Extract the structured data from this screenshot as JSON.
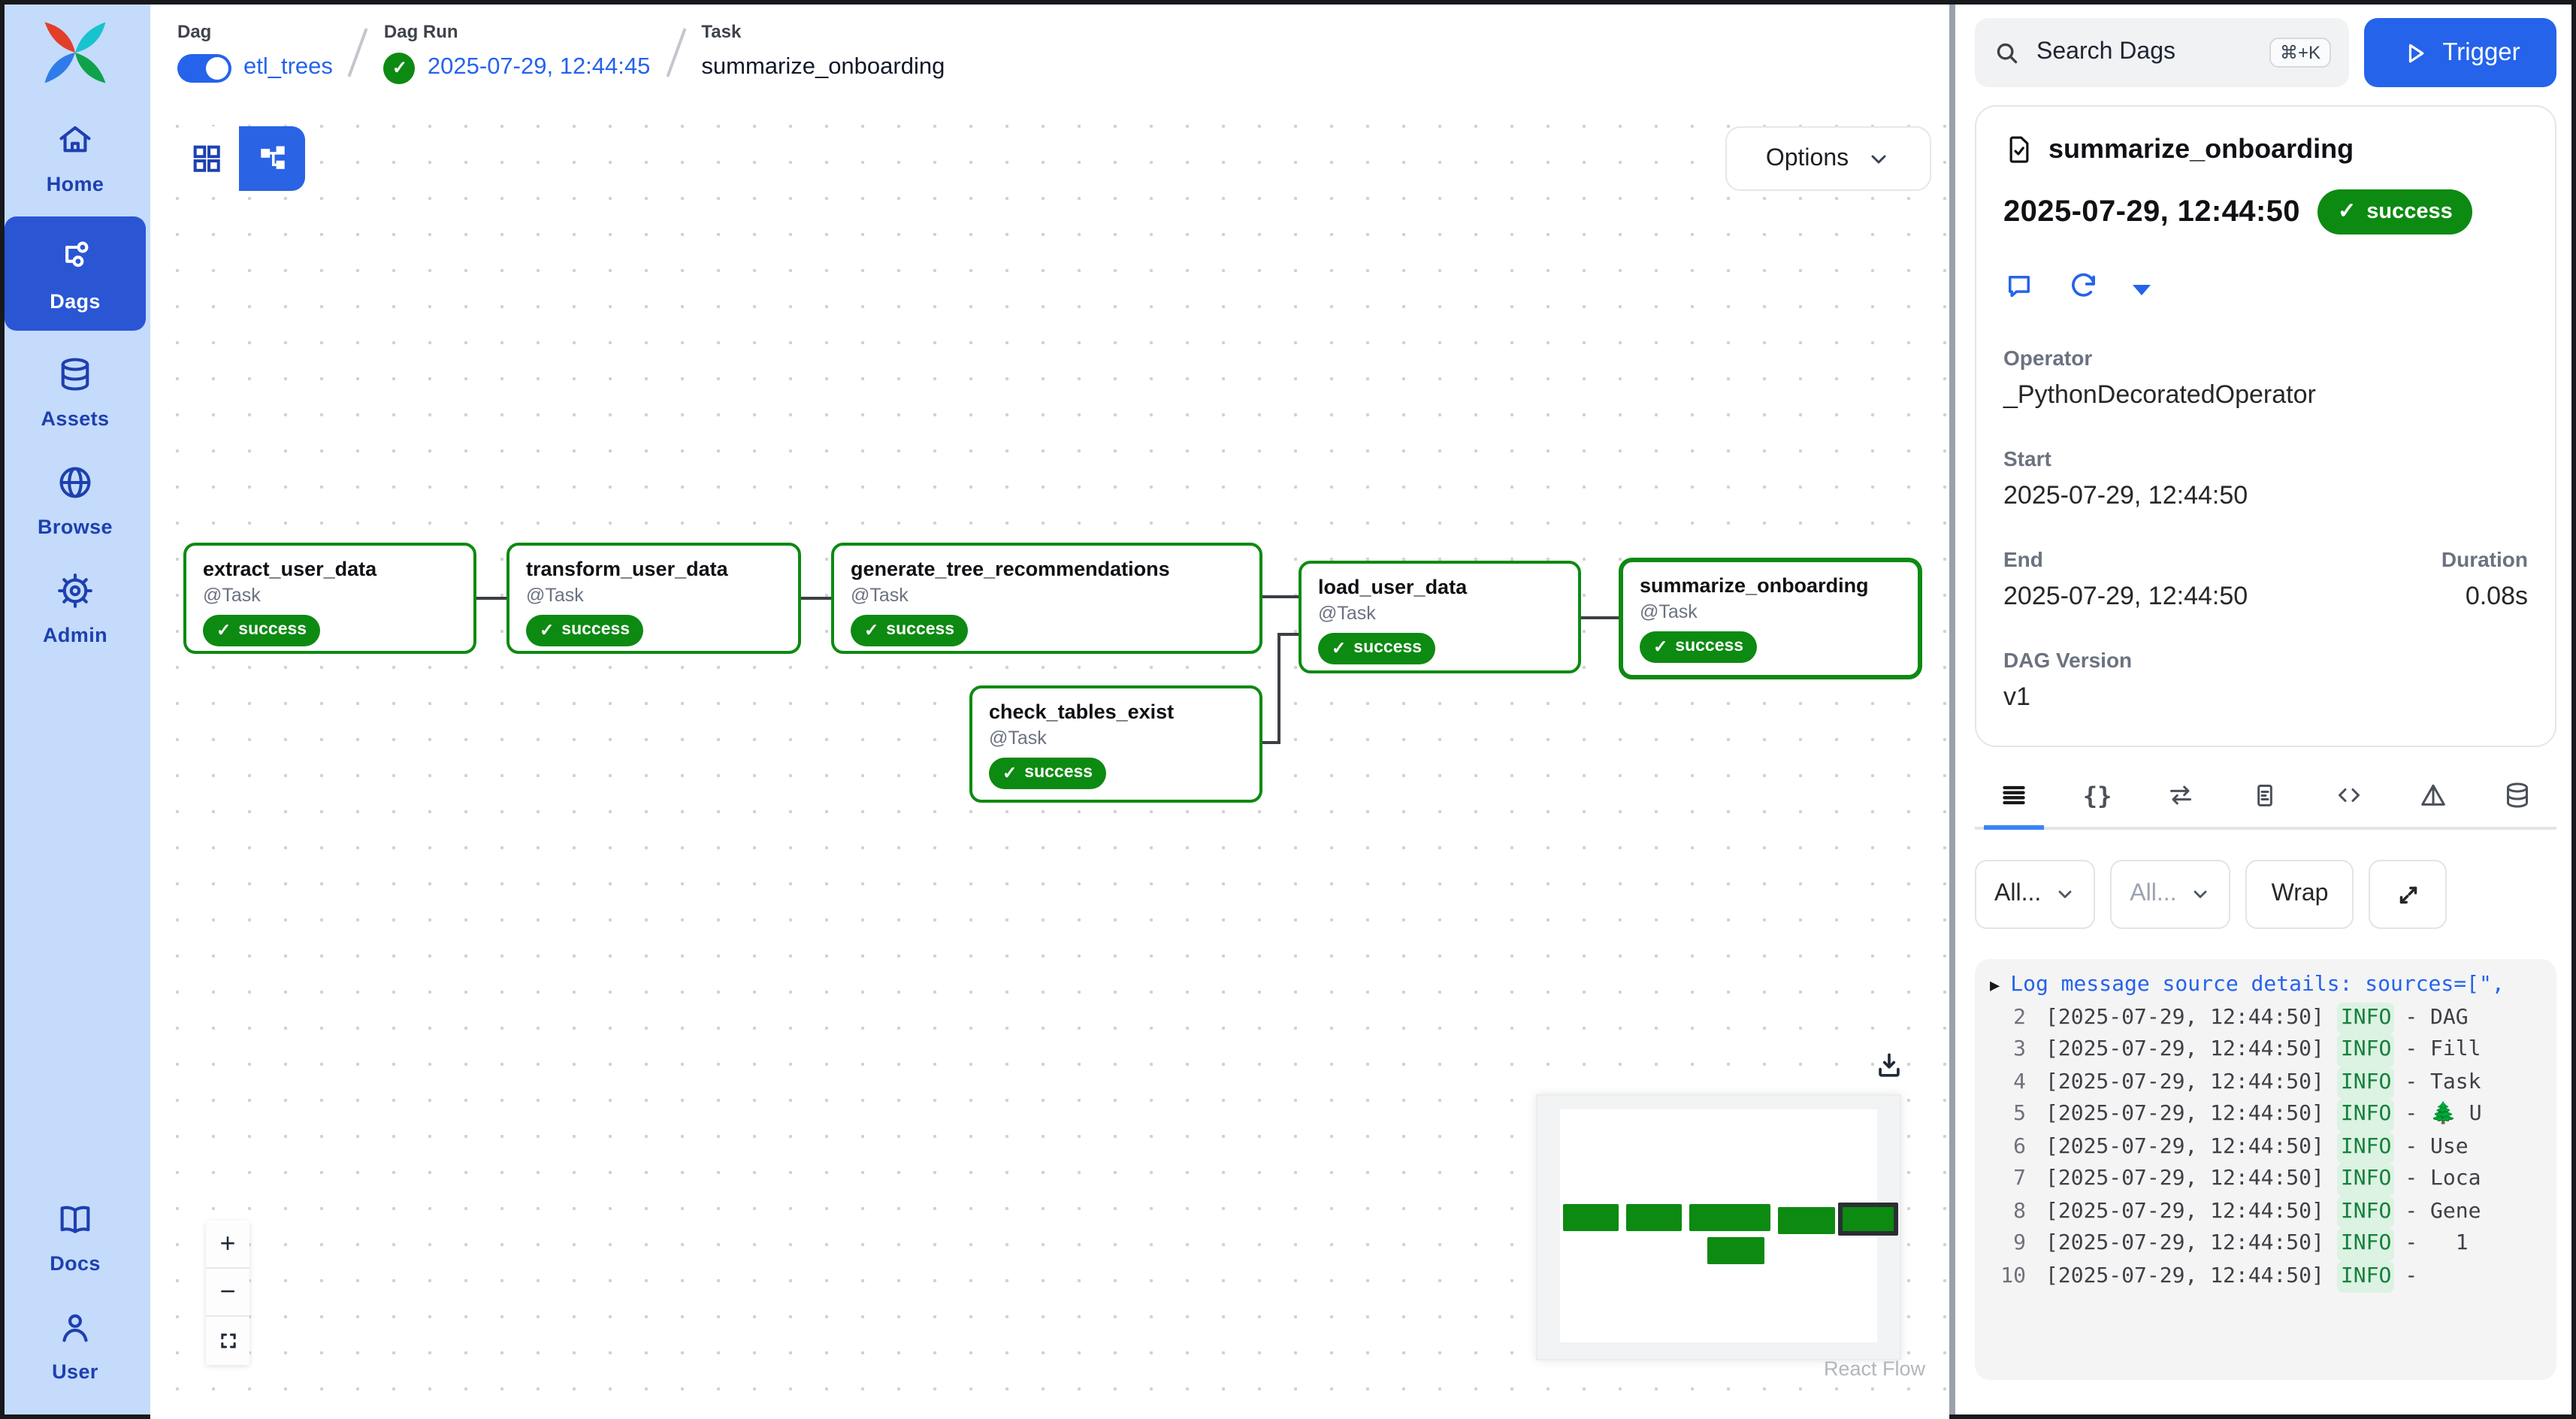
{
  "glyphs": {
    "check": "✓",
    "expander": "▶",
    "braces": "{}"
  },
  "sidebar": {
    "items": [
      {
        "label": "Home"
      },
      {
        "label": "Dags"
      },
      {
        "label": "Assets"
      },
      {
        "label": "Browse"
      },
      {
        "label": "Admin"
      }
    ],
    "footer_items": [
      {
        "label": "Docs"
      },
      {
        "label": "User"
      }
    ]
  },
  "breadcrumb": {
    "dag_label": "Dag",
    "dag_value": "etl_trees",
    "dag_run_label": "Dag Run",
    "dag_run_value": "2025-07-29, 12:44:45",
    "task_label": "Task",
    "task_value": "summarize_onboarding"
  },
  "topbar": {
    "search_text": "Search Dags",
    "search_shortcut": "⌘+K",
    "trigger_label": "Trigger"
  },
  "canvas": {
    "options_label": "Options",
    "zoom_in": "+",
    "zoom_out": "−",
    "attribution": "React Flow",
    "nodes": [
      {
        "title": "extract_user_data",
        "subtitle": "@Task",
        "status": "success"
      },
      {
        "title": "transform_user_data",
        "subtitle": "@Task",
        "status": "success"
      },
      {
        "title": "generate_tree_recommendations",
        "subtitle": "@Task",
        "status": "success"
      },
      {
        "title": "check_tables_exist",
        "subtitle": "@Task",
        "status": "success"
      },
      {
        "title": "load_user_data",
        "subtitle": "@Task",
        "status": "success"
      },
      {
        "title": "summarize_onboarding",
        "subtitle": "@Task",
        "status": "success"
      }
    ]
  },
  "details": {
    "title": "summarize_onboarding",
    "timestamp": "2025-07-29, 12:44:50",
    "status": "success",
    "operator_label": "Operator",
    "operator_value": "_PythonDecoratedOperator",
    "start_label": "Start",
    "start_value": "2025-07-29, 12:44:50",
    "end_label": "End",
    "end_value": "2025-07-29, 12:44:50",
    "duration_label": "Duration",
    "duration_value": "0.08s",
    "dag_version_label": "DAG Version",
    "dag_version_value": "v1"
  },
  "logs": {
    "source_filter": "All...",
    "level_filter": "All...",
    "wrap_label": "Wrap",
    "summary": "Log message source details: sources=[\",",
    "lines": [
      {
        "num": "2",
        "timestamp": "[2025-07-29, 12:44:50]",
        "level": "INFO",
        "message": "- DAG"
      },
      {
        "num": "3",
        "timestamp": "[2025-07-29, 12:44:50]",
        "level": "INFO",
        "message": "- Fill"
      },
      {
        "num": "4",
        "timestamp": "[2025-07-29, 12:44:50]",
        "level": "INFO",
        "message": "- Task"
      },
      {
        "num": "5",
        "timestamp": "[2025-07-29, 12:44:50]",
        "level": "INFO",
        "message": "- 🌲 U"
      },
      {
        "num": "6",
        "timestamp": "[2025-07-29, 12:44:50]",
        "level": "INFO",
        "message": "- Use"
      },
      {
        "num": "7",
        "timestamp": "[2025-07-29, 12:44:50]",
        "level": "INFO",
        "message": "- Loca"
      },
      {
        "num": "8",
        "timestamp": "[2025-07-29, 12:44:50]",
        "level": "INFO",
        "message": "- Gene"
      },
      {
        "num": "9",
        "timestamp": "[2025-07-29, 12:44:50]",
        "level": "INFO",
        "message": "-   1"
      },
      {
        "num": "10",
        "timestamp": "[2025-07-29, 12:44:50]",
        "level": "INFO",
        "message": "-"
      }
    ]
  },
  "colors": {
    "accent_blue": "#2563eb",
    "success_green": "#0d8a12",
    "sidebar_bg": "#c4dbfb",
    "sidebar_active": "#2a56d4",
    "log_info_green": "#15803d"
  }
}
